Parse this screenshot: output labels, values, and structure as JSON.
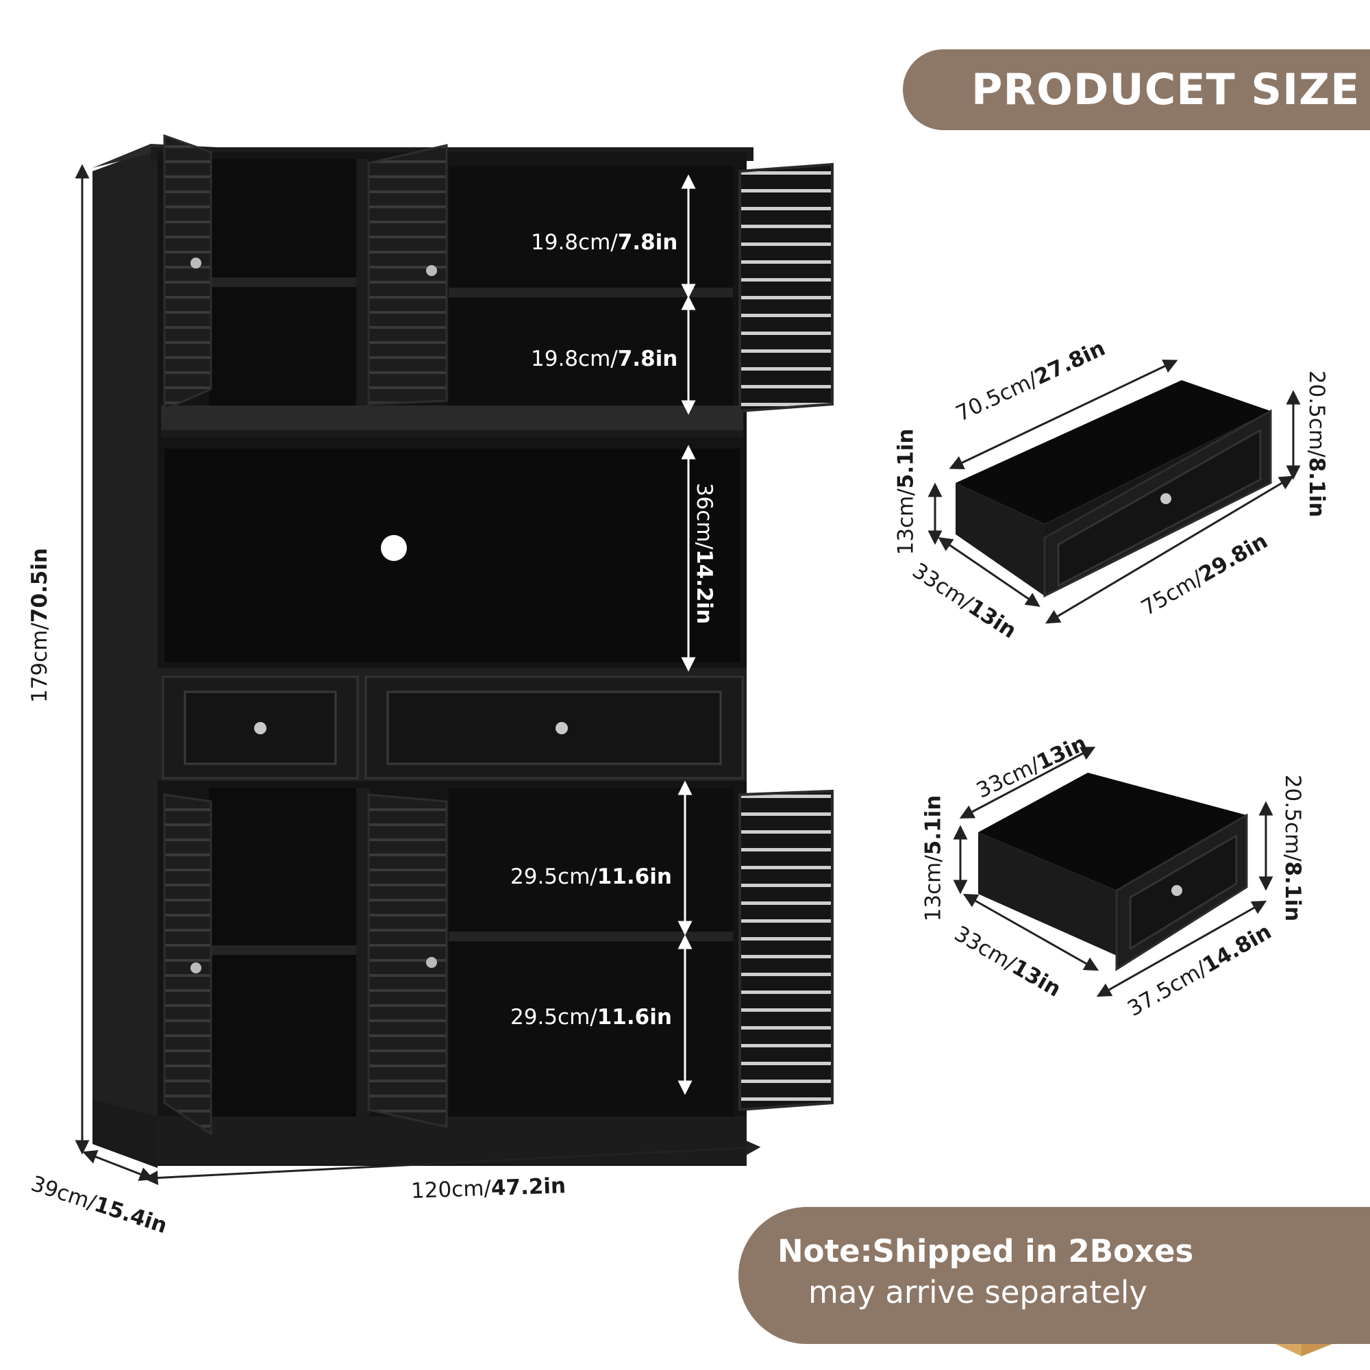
{
  "header": {
    "title": "PRODUCET SIZE"
  },
  "note": {
    "line1": "Note:Shipped in 2Boxes",
    "line2": "may arrive separately"
  },
  "cabinet": {
    "height_cm": "179cm/",
    "height_in": "70.5in",
    "width_cm": "120cm/",
    "width_in": "47.2in",
    "depth_cm": "39cm/",
    "depth_in": "15.4in",
    "upper_shelf1_cm": "19.8cm/",
    "upper_shelf1_in": "7.8in",
    "upper_shelf2_cm": "19.8cm/",
    "upper_shelf2_in": "7.8in",
    "middle_cm": "36cm/",
    "middle_in": "14.2in",
    "lower_shelf1_cm": "29.5cm/",
    "lower_shelf1_in": "11.6in",
    "lower_shelf2_cm": "29.5cm/",
    "lower_shelf2_in": "11.6in"
  },
  "large_drawer": {
    "inner_width_cm": "70.5cm/",
    "inner_width_in": "27.8in",
    "outer_width_cm": "75cm/",
    "outer_width_in": "29.8in",
    "depth_cm": "33cm/",
    "depth_in": "13in",
    "inner_height_cm": "13cm/",
    "inner_height_in": "5.1in",
    "front_height_cm": "20.5cm/",
    "front_height_in": "8.1in"
  },
  "small_drawer": {
    "inner_width_cm": "33cm/",
    "inner_width_in": "13in",
    "outer_width_cm": "37.5cm/",
    "outer_width_in": "14.8in",
    "depth_cm": "33cm/",
    "depth_in": "13in",
    "inner_height_cm": "13cm/",
    "inner_height_in": "5.1in",
    "front_height_cm": "20.5cm/",
    "front_height_in": "8.1in"
  }
}
